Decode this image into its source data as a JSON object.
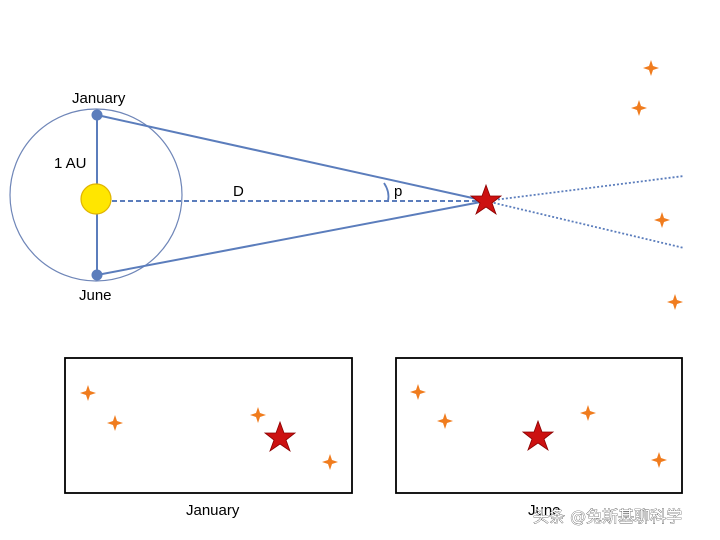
{
  "diagram": {
    "label_january_top": "January",
    "label_june_bottom": "June",
    "label_au": "1 AU",
    "label_distance": "D",
    "label_parallax": "p"
  },
  "panels": {
    "left_caption": "January",
    "right_caption": "June"
  },
  "watermark": "头条 @兔斯基聊科学",
  "colors": {
    "orbit": "#5b7dbc",
    "sun": "#ffe600",
    "target_star": "#cc1111",
    "background_star": "#f07c1e",
    "panel_border": "#000000"
  }
}
